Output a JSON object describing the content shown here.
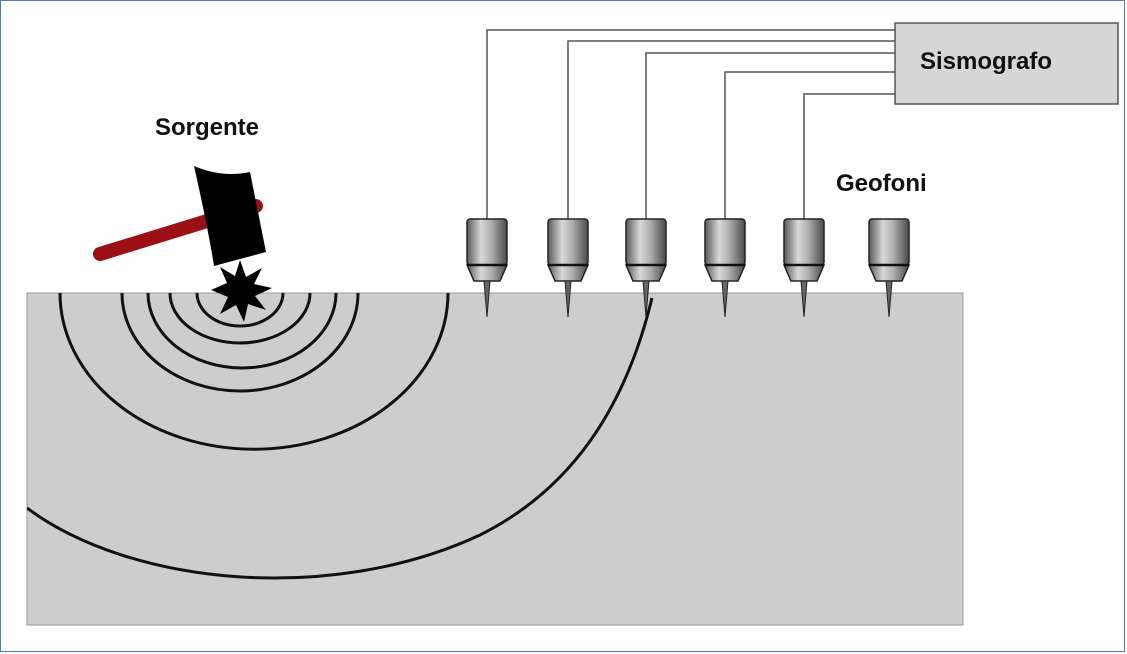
{
  "labels": {
    "source": "Sorgente",
    "geophones": "Geofoni",
    "seismograph": "Sismografo"
  },
  "colors": {
    "ground": "#cdcdcd",
    "hammer_handle": "#9c0f15",
    "hammer_head": "#000000",
    "seismograph_box": "#d6d6d6",
    "frame_border": "#4a7fc4"
  },
  "icons": {
    "hammer": "hammer-icon",
    "impact": "impact-burst-icon",
    "geophone": "geophone-icon"
  },
  "geophone_count": 6,
  "connected_geophones": 5
}
